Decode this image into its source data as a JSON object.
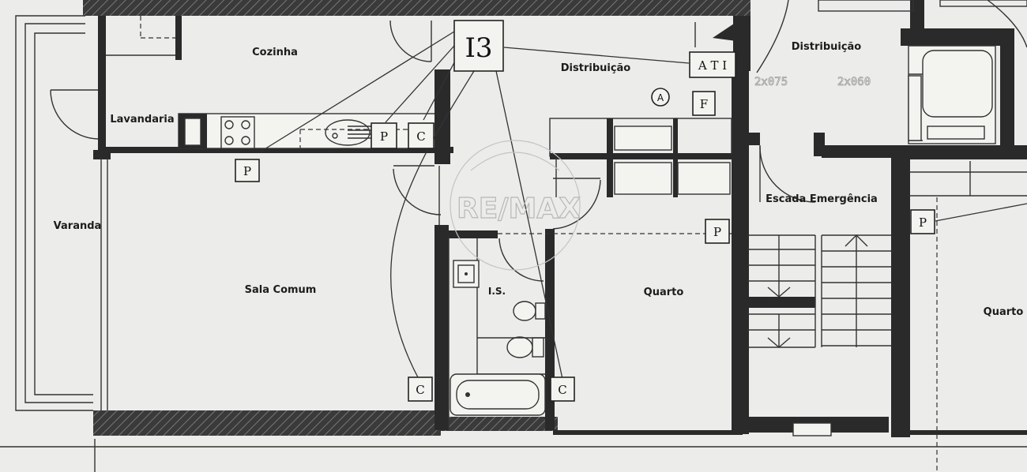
{
  "rooms": {
    "cozinha": "Cozinha",
    "lavandaria": "Lavandaria",
    "varanda": "Varanda",
    "sala_comum": "Sala Comum",
    "distribuicao": "Distribuição",
    "distribuicao_2": "Distribuição",
    "is": "I.S.",
    "quarto": "Quarto",
    "quarto_2": "Quarto",
    "escada": "Escada Emergência"
  },
  "symbols": {
    "panel": "I3",
    "ati": "A T I",
    "f": "F",
    "a_circle": "A",
    "p": "P",
    "c": "C"
  },
  "watermark": "RE/MAX"
}
